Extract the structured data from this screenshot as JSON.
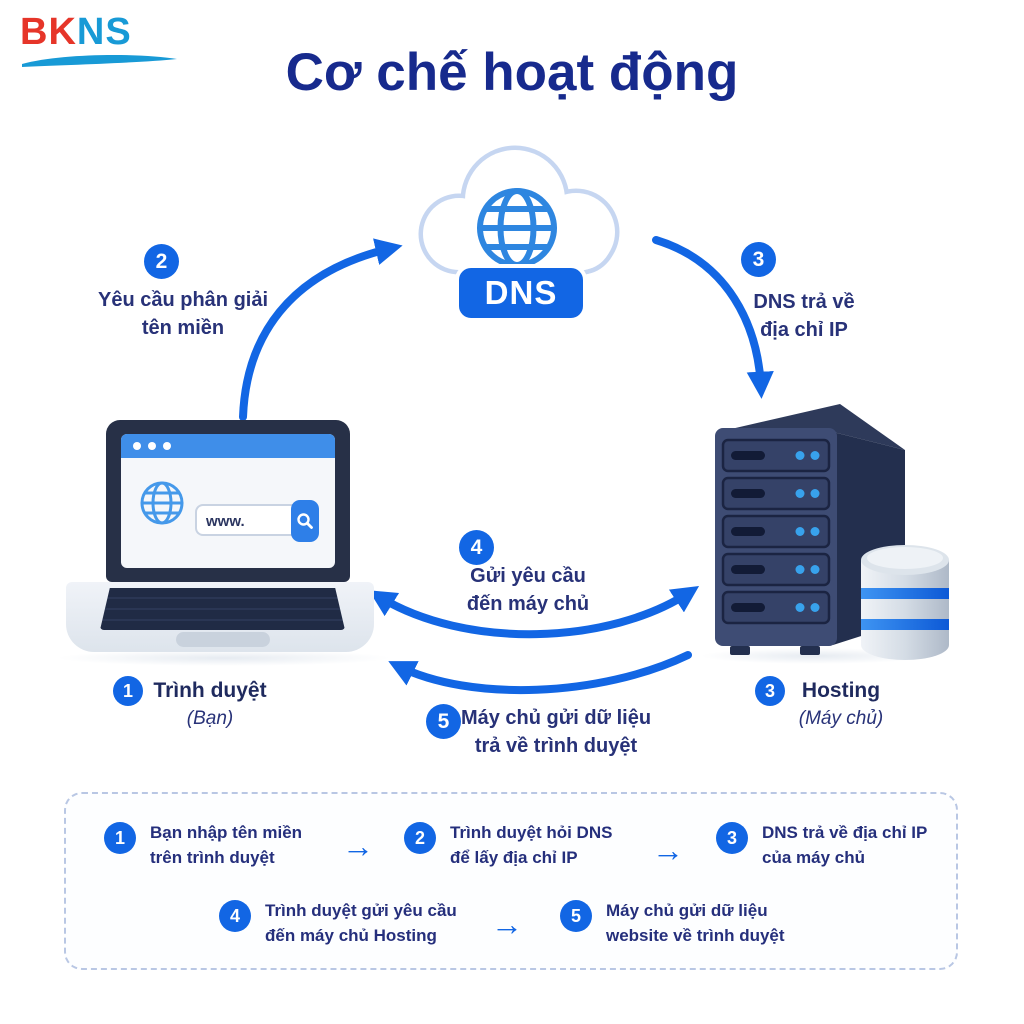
{
  "logo": {
    "red": "BK",
    "blue": "NS"
  },
  "title": "Cơ chế hoạt động",
  "cloud": {
    "badge": "DNS"
  },
  "laptop": {
    "address": "www."
  },
  "flow_steps": {
    "s2": {
      "n": "2",
      "l1": "Yêu cầu phân giải",
      "l2": "tên miền"
    },
    "s3": {
      "n": "3",
      "l1": "DNS trả về",
      "l2": "địa chỉ IP"
    },
    "s4": {
      "n": "4",
      "l1": "Gửi yêu cầu",
      "l2": "đến máy chủ"
    },
    "s5": {
      "n": "5",
      "l1": "Máy chủ gửi dữ liệu",
      "l2": "trả về trình duyệt"
    }
  },
  "nodes": {
    "browser": {
      "n": "1",
      "name": "Trình duyệt",
      "sub": "(Bạn)"
    },
    "hosting": {
      "n": "3",
      "name": "Hosting",
      "sub": "(Máy chủ)"
    }
  },
  "legend": {
    "arrow": "→",
    "items": [
      {
        "n": "1",
        "l1": "Bạn nhập tên miền",
        "l2": "trên trình duyệt"
      },
      {
        "n": "2",
        "l1": "Trình duyệt hỏi DNS",
        "l2": "để lấy địa chỉ IP"
      },
      {
        "n": "3",
        "l1": "DNS trả về địa chỉ IP",
        "l2": "của máy chủ"
      },
      {
        "n": "4",
        "l1": "Trình duyệt gửi yêu cầu",
        "l2": "đến máy chủ Hosting"
      },
      {
        "n": "5",
        "l1": "Máy chủ gửi dữ liệu",
        "l2": "website về trình duyệt"
      }
    ]
  },
  "colors": {
    "accent_blue": "#1266e4",
    "navy_text": "#283278",
    "title_navy": "#172a8d",
    "logo_red": "#e63529",
    "logo_blue": "#189ad6",
    "cloud_border": "#c6d6f1",
    "globe_blue": "#2e86e0",
    "browser_bar_blue": "#3f8ee9",
    "server_front": "#3e4c74",
    "server_side": "#232f4e",
    "server_dot_blue": "#38a2ec",
    "db_ring_blue": "#1e6fe8"
  }
}
